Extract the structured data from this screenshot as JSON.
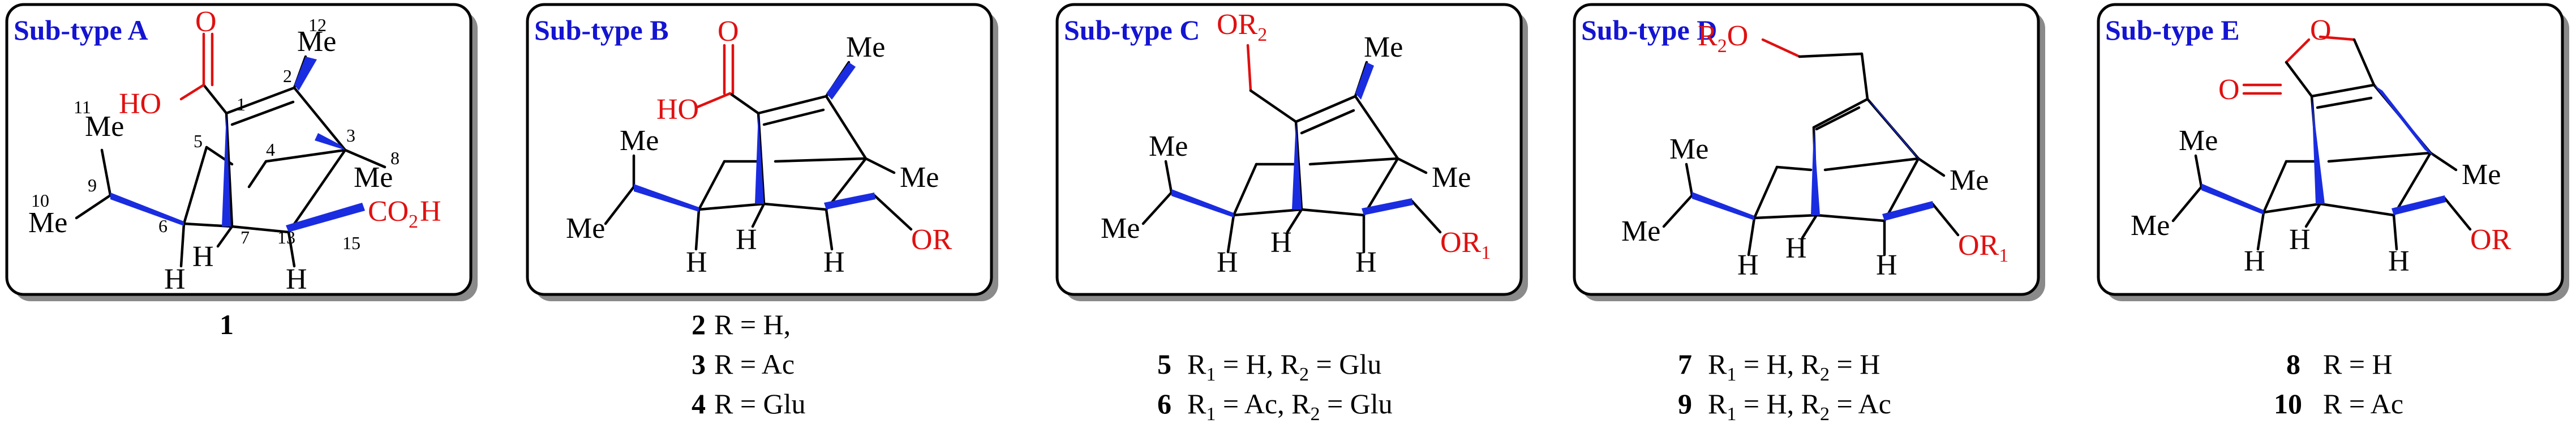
{
  "panels": [
    {
      "title": "Sub-type A"
    },
    {
      "title": "Sub-type B"
    },
    {
      "title": "Sub-type C"
    },
    {
      "title": "Sub-type D"
    },
    {
      "title": "Sub-type E"
    }
  ],
  "labels": {
    "ho": "HO",
    "h": "H",
    "me": "Me",
    "o": "O",
    "or": "OR",
    "or1": "OR",
    "or1_sub": "1",
    "or2": "OR",
    "or2_sub": "2",
    "r2o": "R",
    "r2o_sub": "2",
    "r2o_o": "O",
    "co2h": "CO",
    "co2h_sub": "2",
    "co2h_h": "H"
  },
  "atom_numbers": [
    "1",
    "2",
    "3",
    "4",
    "5",
    "6",
    "7",
    "8",
    "9",
    "10",
    "11",
    "12",
    "13",
    "15"
  ],
  "captions": {
    "a": [
      {
        "num": "1",
        "text": ""
      }
    ],
    "b": [
      {
        "num": "2",
        "text": "R = H,"
      },
      {
        "num": "3",
        "text": "R = Ac"
      },
      {
        "num": "4",
        "text": "R = Glu"
      }
    ],
    "c": [
      {
        "num": "5",
        "r1": "R",
        "r1sub": "1",
        "r1val": " = H, ",
        "r2": "R",
        "r2sub": "2",
        "r2val": " = Glu"
      },
      {
        "num": "6",
        "r1": "R",
        "r1sub": "1",
        "r1val": " = Ac, ",
        "r2": "R",
        "r2sub": "2",
        "r2val": " = Glu"
      }
    ],
    "d": [
      {
        "num": "7",
        "r1": "R",
        "r1sub": "1",
        "r1val": " = H, ",
        "r2": "R",
        "r2sub": "2",
        "r2val": " = H"
      },
      {
        "num": "9",
        "r1": "R",
        "r1sub": "1",
        "r1val": " = H, ",
        "r2": "R",
        "r2sub": "2",
        "r2val": " = Ac"
      }
    ],
    "e": [
      {
        "num": "8",
        "text": "R = H"
      },
      {
        "num": "10",
        "text": "R = Ac"
      }
    ]
  },
  "colors": {
    "title": "#1414d2",
    "wedge": "#1a2ce0",
    "heteroatom": "#e01010"
  }
}
